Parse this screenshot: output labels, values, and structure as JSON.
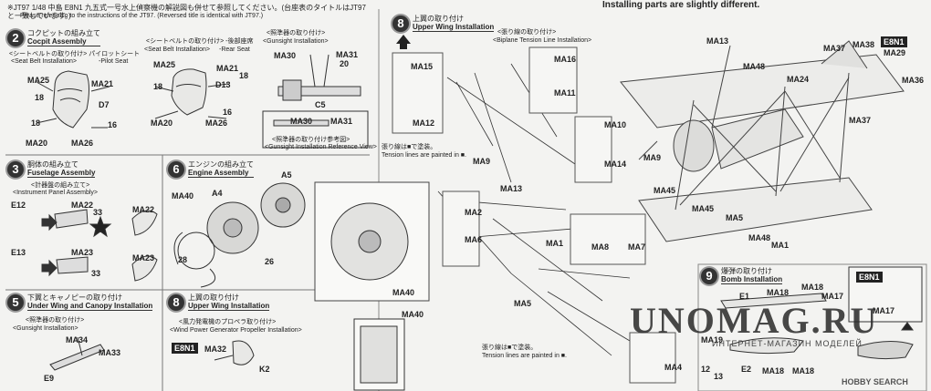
{
  "header": {
    "note_jp": "※JT97 1/48 中島 E8N1 九五式一号水上偵察機の解説図も併せて参照してください。(台座表のタイトルはJT97と一致しています。)",
    "note_en": "Please refer also to the instructions of the JT97. (Reversed title is identical with JT97.)",
    "top_right": "Installing parts are slightly different."
  },
  "sec2": {
    "num": "2",
    "title_jp": "コクピットの組み立て",
    "title_en": "Cocpit Assembly",
    "sub1_jp": "<シートベルトの取り付け> パイロットシート",
    "sub1_en": "<Seat Belt Installation>",
    "sub1_en2": "-Pilot Seat",
    "sub2_jp": "<シートベルトの取り付け> -後部座席",
    "sub2_en": "<Seat Belt Installation>",
    "sub2_en2": "-Rear Seat",
    "sub3_jp": "<照準器の取り付け>",
    "sub3_en": "<Gunsight Installation>",
    "ref_jp": "<照準器の取り付け参考図>",
    "ref_en": "<Gunsight Installation Reference View>",
    "labels": [
      "MA25",
      "MA21",
      "D7",
      "MA20",
      "MA26",
      "MA25",
      "MA21",
      "D13",
      "MA20",
      "MA26",
      "MA30",
      "MA31",
      "C5",
      "MA30",
      "MA31"
    ],
    "nums": [
      "18",
      "18",
      "16",
      "18",
      "16",
      "18",
      "20"
    ]
  },
  "sec3": {
    "num": "3",
    "title_jp": "胴体の組み立て",
    "title_en": "Fuselage Assembly",
    "sub_jp": "<計器盤の組み立て>",
    "sub_en": "<Instrument Panel Assembly>",
    "labels": [
      "E12",
      "MA22",
      "MA22",
      "E13",
      "MA23",
      "MA23"
    ],
    "nums": [
      "33",
      "33"
    ]
  },
  "sec5": {
    "num": "5",
    "title_jp": "下翼とキャノピーの取り付け",
    "title_en": "Under Wing and Canopy Installation",
    "sub_jp": "<照準器の取り付け>",
    "sub_en": "<Gunsight Installation>",
    "labels": [
      "MA34",
      "MA33",
      "E9"
    ]
  },
  "sec6": {
    "num": "6",
    "title_jp": "エンジンの組み立て",
    "title_en": "Engine Assembly",
    "labels": [
      "A5",
      "MA40",
      "A4",
      "MA40",
      "MA40"
    ],
    "nums": [
      "28",
      "26"
    ]
  },
  "sec8a": {
    "num": "8",
    "title_jp": "上翼の取り付け",
    "title_en": "Upper Wing Installation",
    "sub_jp": "<風力発電機のプロペラ取り付け>",
    "sub_en": "<Wind Power Generator Propeller Installation>",
    "badge": "E8N1",
    "labels": [
      "MA32",
      "K2"
    ]
  },
  "sec8b": {
    "num": "8",
    "title_jp": "上翼の取り付け",
    "title_en": "Upper Wing Installation",
    "sub_jp": "<張り線の取り付け>",
    "sub_en": "<Biplane Tension Line Installation>",
    "tension_jp": "張り線は■で塗装。",
    "tension_en": "Tension lines are painted in ■.",
    "labels": [
      "MA15",
      "MA12",
      "MA16",
      "MA11",
      "MA10",
      "MA14",
      "MA9",
      "MA13",
      "MA2",
      "MA6",
      "MA1",
      "MA8",
      "MA7",
      "MA5",
      "MA4"
    ]
  },
  "plane": {
    "badge": "E8N1",
    "labels": [
      "MA13",
      "MA37",
      "MA38",
      "MA29",
      "MA48",
      "MA24",
      "MA36",
      "MA37",
      "MA9",
      "MA45",
      "MA45",
      "MA5",
      "MA48",
      "MA1"
    ]
  },
  "sec9": {
    "num": "9",
    "title_jp": "爆弾の取り付け",
    "title_en": "Bomb Installation",
    "badge": "E8N1",
    "labels": [
      "E1",
      "MA18",
      "MA18",
      "MA17",
      "MA17",
      "MA19",
      "E2",
      "MA18",
      "MA18"
    ],
    "nums": [
      "12",
      "13"
    ]
  },
  "watermark": {
    "main": "UNOMAG.RU",
    "sub": "ИНТЕРНЕТ-МАГАЗИН МОДЕЛЕЙ",
    "corner": "HOBBY SEARCH"
  }
}
